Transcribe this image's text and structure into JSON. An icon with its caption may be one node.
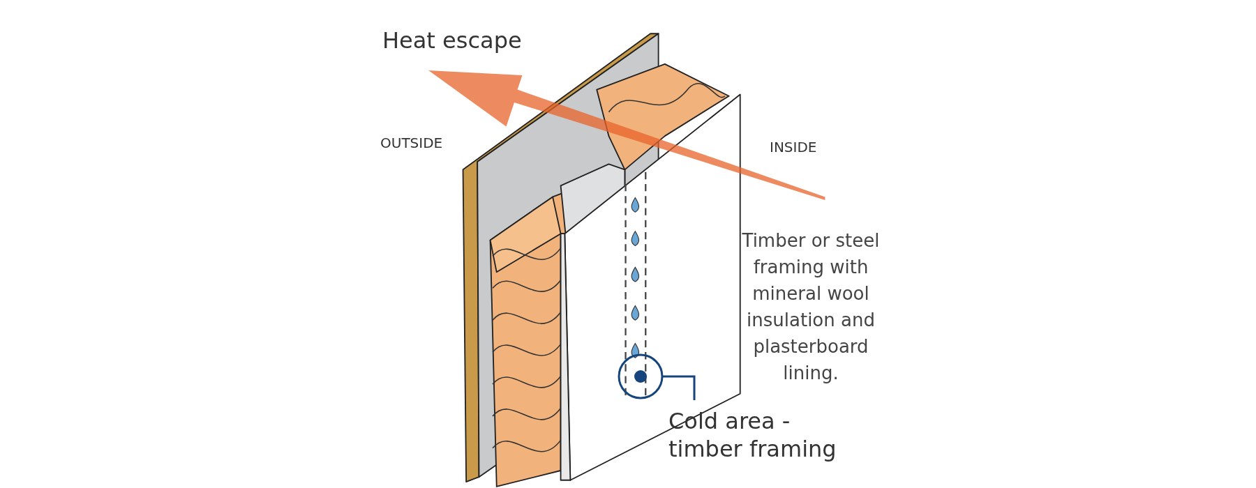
{
  "diagram": {
    "nodes": [
      {
        "text": [
          "Cold area - timber framing"
        ]
      },
      {
        "text": [],
        "shape": "circle"
      }
    ],
    "edges": [
      {
        "from": 0,
        "to": 1,
        "arrow": "none"
      }
    ],
    "labels": [
      "Heat escape",
      "OUTSIDE",
      "INSIDE",
      "Timber or steel framing with mineral wool insulation and plasterboard lining."
    ]
  }
}
